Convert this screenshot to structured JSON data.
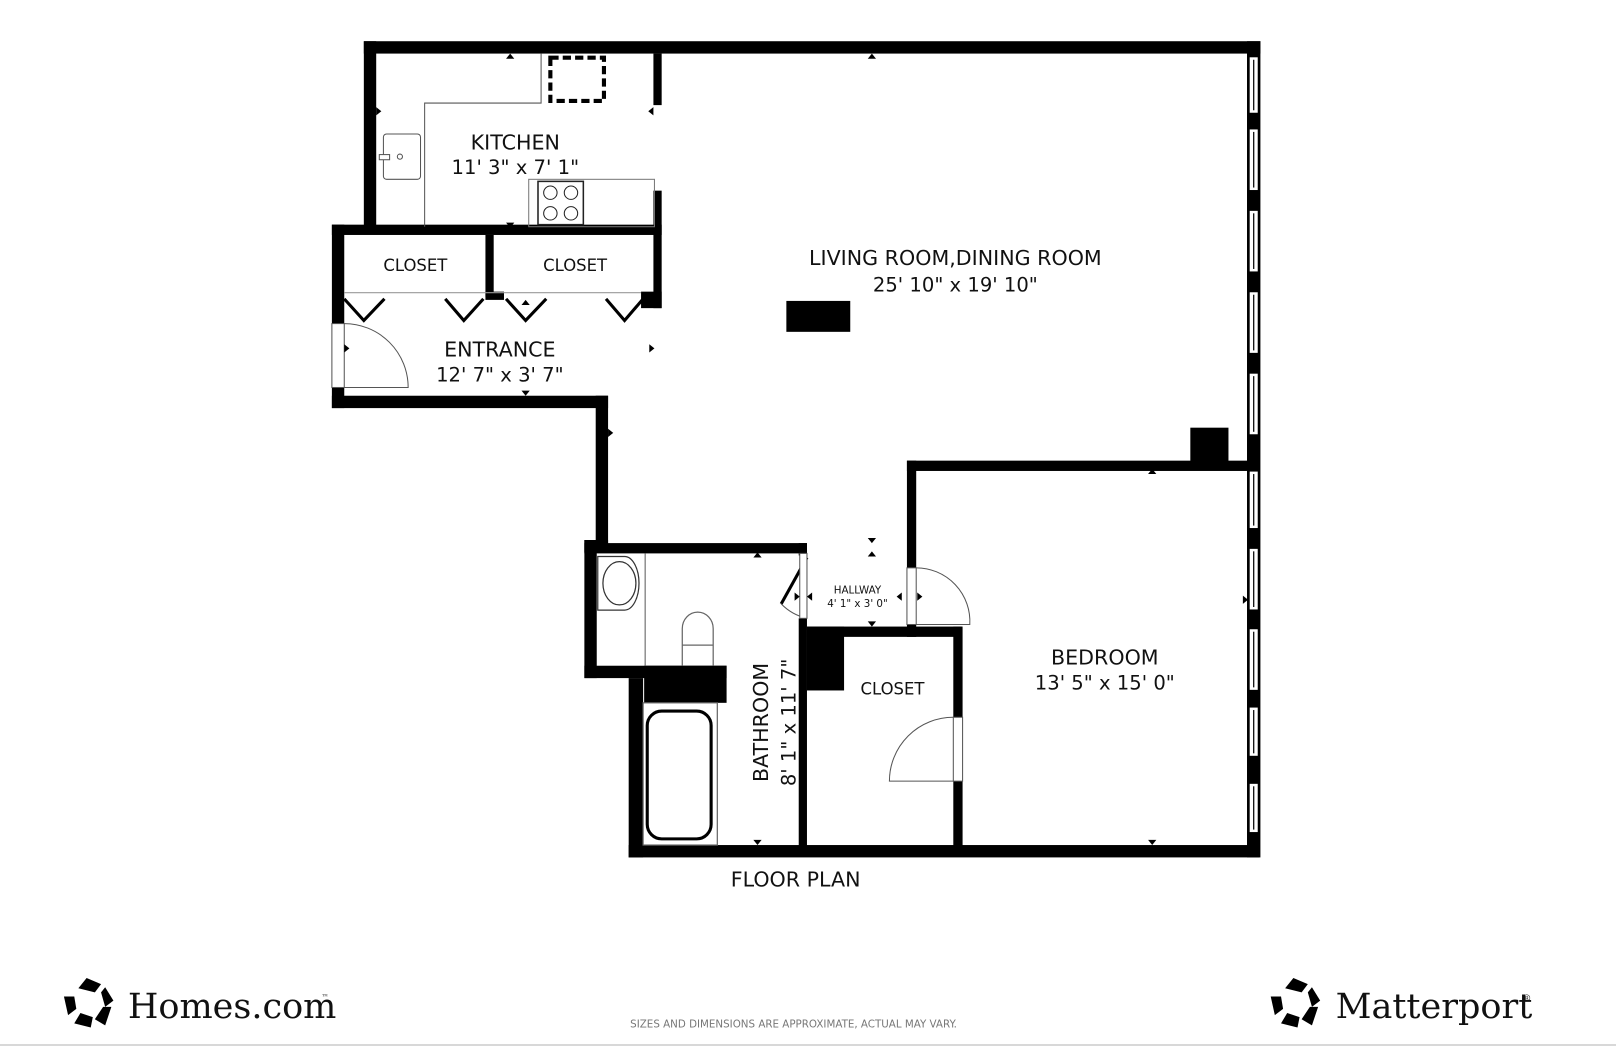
{
  "title": "FLOOR PLAN",
  "disclaimer": "SIZES AND DIMENSIONS ARE APPROXIMATE, ACTUAL MAY VARY.",
  "rooms": {
    "kitchen": {
      "name": "KITCHEN",
      "dims": "11' 3\" x 7' 1\""
    },
    "closet1": {
      "name": "CLOSET"
    },
    "closet2": {
      "name": "CLOSET"
    },
    "entrance": {
      "name": "ENTRANCE",
      "dims": "12' 7\" x 3' 7\""
    },
    "living": {
      "name": "LIVING ROOM,DINING ROOM",
      "dims": "25' 10\" x 19' 10\""
    },
    "hallway": {
      "name": "HALLWAY",
      "dims": "4' 1\" x 3' 0\""
    },
    "bathroom": {
      "name": "BATHROOM",
      "dims": "8' 1\" x 11' 7\""
    },
    "closet3": {
      "name": "CLOSET"
    },
    "bedroom": {
      "name": "BEDROOM",
      "dims": "13' 5\" x 15' 0\""
    }
  },
  "logos": {
    "left": {
      "name": "Homes.com",
      "mark": "™"
    },
    "right": {
      "name": "Matterport",
      "mark": "®"
    }
  }
}
